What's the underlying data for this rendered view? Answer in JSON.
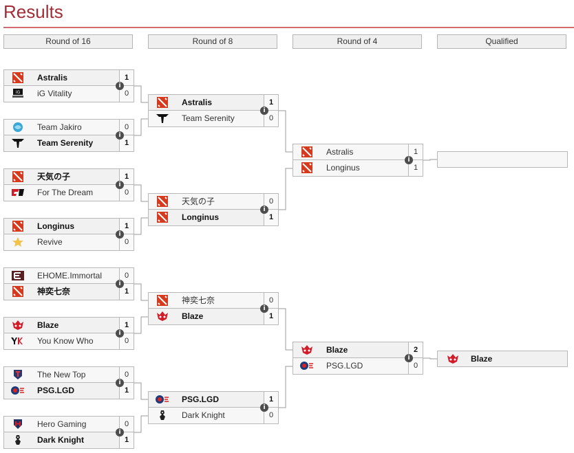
{
  "page": {
    "title": "Results"
  },
  "rounds": [
    "Round of 16",
    "Round of 8",
    "Round of 4",
    "Qualified"
  ],
  "matches": {
    "r16": [
      {
        "top": {
          "name": "Astralis",
          "score": "1",
          "logo": "dota-icon",
          "winner": true
        },
        "bot": {
          "name": "iG Vitality",
          "score": "0",
          "logo": "ig-vitality-logo",
          "winner": false
        }
      },
      {
        "top": {
          "name": "Team Jakiro",
          "score": "0",
          "logo": "team-jakiro-logo",
          "winner": false
        },
        "bot": {
          "name": "Team Serenity",
          "score": "1",
          "logo": "team-serenity-logo",
          "winner": true
        }
      },
      {
        "top": {
          "name": "天気の子",
          "score": "1",
          "logo": "dota-icon",
          "winner": true
        },
        "bot": {
          "name": "For The Dream",
          "score": "0",
          "logo": "for-the-dream-logo",
          "winner": false
        }
      },
      {
        "top": {
          "name": "Longinus",
          "score": "1",
          "logo": "dota-icon",
          "winner": true
        },
        "bot": {
          "name": "Revive",
          "score": "0",
          "logo": "revive-logo",
          "winner": false
        }
      },
      {
        "top": {
          "name": "EHOME.Immortal",
          "score": "0",
          "logo": "ehome-logo",
          "winner": false
        },
        "bot": {
          "name": "神奕七奈",
          "score": "1",
          "logo": "dota-icon",
          "winner": true
        }
      },
      {
        "top": {
          "name": "Blaze",
          "score": "1",
          "logo": "blaze-logo",
          "winner": true
        },
        "bot": {
          "name": "You Know Who",
          "score": "0",
          "logo": "ykw-logo",
          "winner": false
        }
      },
      {
        "top": {
          "name": "The New Top",
          "score": "0",
          "logo": "new-top-logo",
          "winner": false
        },
        "bot": {
          "name": "PSG.LGD",
          "score": "1",
          "logo": "psg-lgd-logo",
          "winner": true
        }
      },
      {
        "top": {
          "name": "Hero Gaming",
          "score": "0",
          "logo": "hero-gaming-logo",
          "winner": false
        },
        "bot": {
          "name": "Dark Knight",
          "score": "1",
          "logo": "dark-knight-logo",
          "winner": true
        }
      }
    ],
    "r8": [
      {
        "top": {
          "name": "Astralis",
          "score": "1",
          "logo": "dota-icon",
          "winner": true
        },
        "bot": {
          "name": "Team Serenity",
          "score": "0",
          "logo": "team-serenity-logo",
          "winner": false
        }
      },
      {
        "top": {
          "name": "天気の子",
          "score": "0",
          "logo": "dota-icon",
          "winner": false
        },
        "bot": {
          "name": "Longinus",
          "score": "1",
          "logo": "dota-icon",
          "winner": true
        }
      },
      {
        "top": {
          "name": "神奕七奈",
          "score": "0",
          "logo": "dota-icon",
          "winner": false
        },
        "bot": {
          "name": "Blaze",
          "score": "1",
          "logo": "blaze-logo",
          "winner": true
        }
      },
      {
        "top": {
          "name": "PSG.LGD",
          "score": "1",
          "logo": "psg-lgd-logo",
          "winner": true
        },
        "bot": {
          "name": "Dark Knight",
          "score": "0",
          "logo": "dark-knight-logo",
          "winner": false
        }
      }
    ],
    "r4": [
      {
        "top": {
          "name": "Astralis",
          "score": "1",
          "logo": "dota-icon",
          "winner": false
        },
        "bot": {
          "name": "Longinus",
          "score": "1",
          "logo": "dota-icon",
          "winner": false
        }
      },
      {
        "top": {
          "name": "Blaze",
          "score": "2",
          "logo": "blaze-logo",
          "winner": true
        },
        "bot": {
          "name": "PSG.LGD",
          "score": "0",
          "logo": "psg-lgd-logo",
          "winner": false
        }
      }
    ]
  },
  "qualified": [
    {
      "name": "",
      "logo": ""
    },
    {
      "name": "Blaze",
      "logo": "blaze-logo"
    }
  ],
  "icons": {
    "info": "i"
  }
}
